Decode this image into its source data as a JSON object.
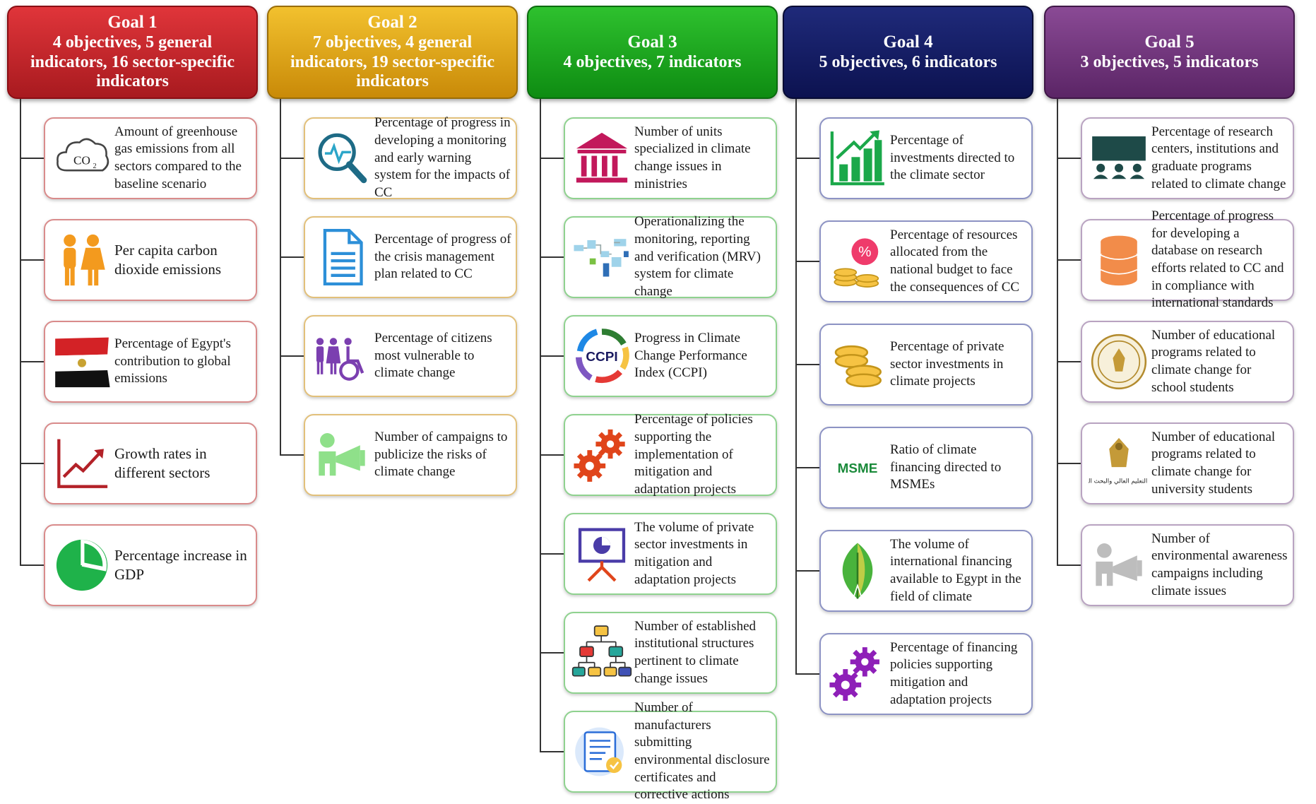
{
  "goals": [
    {
      "title": "Goal 1",
      "subtitle": "4 objectives, 5 general indicators, 16 sector-specific indicators",
      "color_top": "#e0353a",
      "color_bottom": "#a81a1f",
      "border": "#8a0e14",
      "indicators": [
        {
          "label": "Amount of greenhouse gas emissions from all sectors compared to the baseline scenario",
          "icon": "co2-cloud-icon",
          "border": "#d98b8b"
        },
        {
          "label": "Per capita carbon dioxide emissions",
          "icon": "people-icon",
          "border": "#d98b8b"
        },
        {
          "label": "Percentage of Egypt's contribution to global emissions",
          "icon": "egypt-flag-map-icon",
          "border": "#d98b8b"
        },
        {
          "label": "Growth rates in different sectors",
          "icon": "growth-chart-icon",
          "border": "#d98b8b"
        },
        {
          "label": "Percentage increase in GDP",
          "icon": "pie-chart-icon",
          "border": "#d98b8b"
        }
      ]
    },
    {
      "title": "Goal 2",
      "subtitle": "7 objectives, 4 general indicators, 19 sector-specific indicators",
      "color_top": "#f2c12e",
      "color_bottom": "#c98a08",
      "border": "#9a6d08",
      "indicators": [
        {
          "label": "Percentage of progress in developing a monitoring and early warning system for the impacts of CC",
          "icon": "monitoring-magnifier-icon",
          "border": "#e2c07a"
        },
        {
          "label": "Percentage of progress of the crisis management plan related to CC",
          "icon": "document-icon",
          "border": "#e2c07a"
        },
        {
          "label": "Percentage of citizens most vulnerable to climate change",
          "icon": "vulnerable-people-icon",
          "border": "#e2c07a"
        },
        {
          "label": "Number of campaigns to publicize the risks of climate change",
          "icon": "megaphone-icon",
          "border": "#e2c07a"
        }
      ]
    },
    {
      "title": "Goal 3",
      "subtitle": "4 objectives, 7 indicators",
      "color_top": "#2ec12e",
      "color_bottom": "#0e8c12",
      "border": "#0a6b0e",
      "indicators": [
        {
          "label": "Number of units specialized in climate change issues in ministries",
          "icon": "institution-building-icon",
          "border": "#8fd28f"
        },
        {
          "label": "Operationalizing the monitoring, reporting and verification (MRV) system for climate change",
          "icon": "mrv-flow-icon",
          "border": "#8fd28f"
        },
        {
          "label": "Progress in Climate Change Performance Index (CCPI)",
          "icon": "ccpi-logo-icon",
          "icon_text": "CCPI",
          "border": "#8fd28f"
        },
        {
          "label": "Percentage of policies supporting the implementation of mitigation and adaptation projects",
          "icon": "gears-icon",
          "border": "#8fd28f"
        },
        {
          "label": "The volume of private sector investments in mitigation and adaptation projects",
          "icon": "presentation-board-icon",
          "border": "#8fd28f"
        },
        {
          "label": "Number of established institutional structures pertinent to climate change issues",
          "icon": "org-chart-icon",
          "border": "#8fd28f"
        },
        {
          "label": "Number of manufacturers submitting environmental disclosure certificates and corrective actions",
          "icon": "certificate-icon",
          "border": "#8fd28f"
        }
      ]
    },
    {
      "title": "Goal 4",
      "subtitle": "5 objectives, 6 indicators",
      "color_top": "#1f2a7a",
      "color_bottom": "#0c1250",
      "border": "#070b33",
      "indicators": [
        {
          "label": "Percentage of investments directed to the climate sector",
          "icon": "bar-growth-icon",
          "border": "#8d93c4"
        },
        {
          "label": "Percentage of resources allocated from the national budget to face the consequences of CC",
          "icon": "percent-coins-icon",
          "border": "#8d93c4"
        },
        {
          "label": "Percentage of private sector investments in climate projects",
          "icon": "coins-icon",
          "border": "#8d93c4"
        },
        {
          "label": "Ratio of climate financing directed to MSMEs",
          "icon": "msme-logo-icon",
          "icon_text": "MSME",
          "border": "#8d93c4"
        },
        {
          "label": "The volume of international financing available to Egypt in the field of climate",
          "icon": "leaf-icon",
          "border": "#8d93c4"
        },
        {
          "label": "Percentage of financing policies supporting mitigation and adaptation projects",
          "icon": "purple-gears-icon",
          "border": "#8d93c4"
        }
      ]
    },
    {
      "title": "Goal 5",
      "subtitle": "3 objectives, 5 indicators",
      "color_top": "#8a4a95",
      "color_bottom": "#5b2566",
      "border": "#3f1747",
      "indicators": [
        {
          "label": "Percentage of research centers, institutions and graduate programs related to climate change",
          "icon": "lecture-audience-icon",
          "border": "#b9a3c1"
        },
        {
          "label": "Percentage of progress for developing a database on research efforts related to CC and in compliance with international standards",
          "icon": "database-icon",
          "border": "#b9a3c1"
        },
        {
          "label": "Number of educational programs related to climate change for school students",
          "icon": "ministry-seal-icon",
          "border": "#b9a3c1"
        },
        {
          "label": "Number of educational programs related to climate change for university students",
          "icon": "ministry-higher-education-logo-icon",
          "icon_text": "وزارة التعليم العالي والبحث العلمي",
          "border": "#b9a3c1"
        },
        {
          "label": "Number of environmental awareness campaigns including climate issues",
          "icon": "grey-megaphone-icon",
          "border": "#b9a3c1"
        }
      ]
    }
  ]
}
